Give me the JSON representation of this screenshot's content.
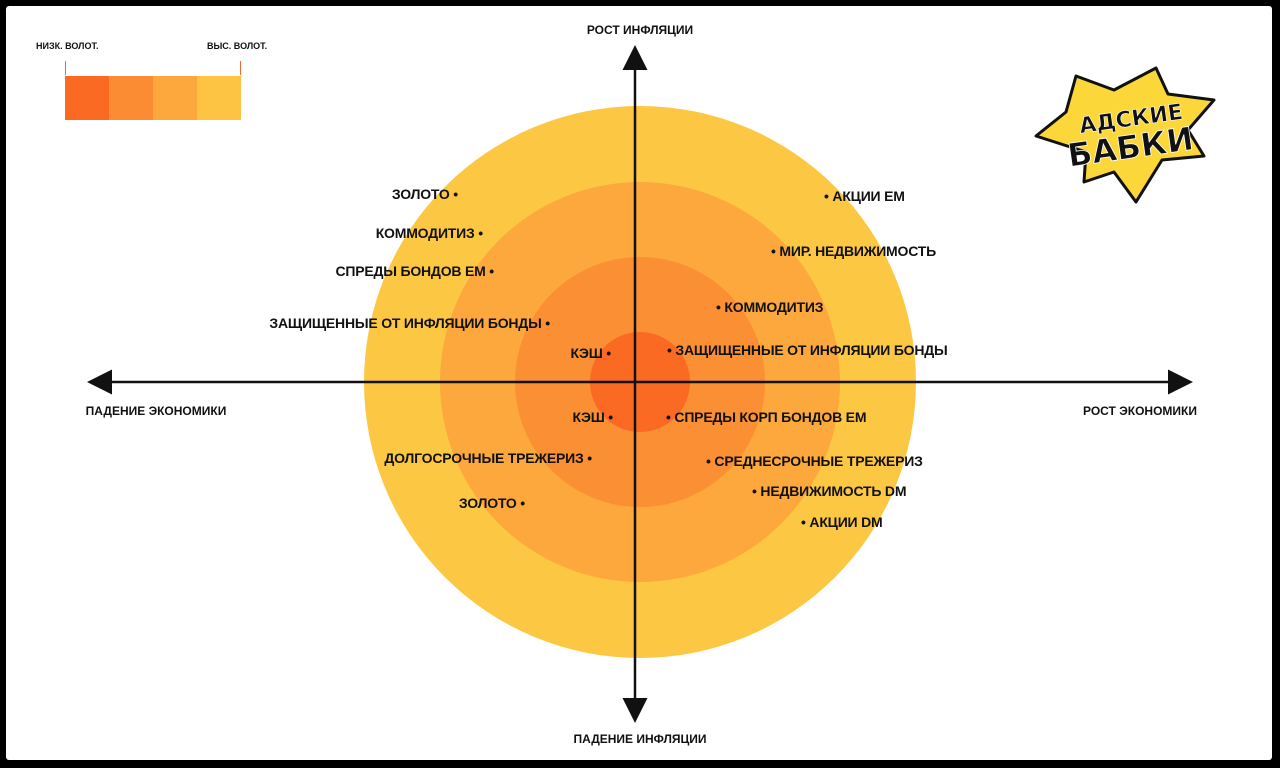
{
  "axes": {
    "top": "РОСТ ИНФЛЯЦИИ",
    "bottom": "ПАДЕНИЕ ИНФЛЯЦИИ",
    "left": "ПАДЕНИЕ ЭКОНОМИКИ",
    "right": "РОСТ ЭКОНОМИКИ"
  },
  "legend": {
    "low": "НИЗК. ВОЛОТ.",
    "high": "ВЫС. ВОЛОТ.",
    "colors": [
      "#fb6a23",
      "#fc8c34",
      "#fda83c",
      "#fdc444"
    ]
  },
  "rings": {
    "colors": [
      "#fcc743",
      "#fca83c",
      "#fb8f33",
      "#fb6a23"
    ]
  },
  "items": {
    "q1": [
      "АКЦИИ ЕМ",
      "МИР. НЕДВИЖИМОСТЬ",
      "КОММОДИТИЗ",
      "ЗАЩИЩЕННЫЕ ОТ ИНФЛЯЦИИ БОНДЫ"
    ],
    "q2": [
      "ЗОЛОТО",
      "КОММОДИТИЗ",
      "СПРЕДЫ БОНДОВ ЕМ",
      "ЗАЩИЩЕННЫЕ ОТ ИНФЛЯЦИИ БОНДЫ",
      "КЭШ"
    ],
    "q3": [
      "КЭШ",
      "ДОЛГОСРОЧНЫЕ ТРЕЖЕРИЗ",
      "ЗОЛОТО"
    ],
    "q4": [
      "СПРЕДЫ КОРП БОНДОВ ЕМ",
      "СРЕДНЕСРОЧНЫЕ ТРЕЖЕРИЗ",
      "НЕДВИЖИМОСТЬ DM",
      "АКЦИИ DM"
    ]
  },
  "logo": {
    "line1": "АДСКИЕ",
    "line2": "БАБКИ",
    "color": "#fcd73a"
  }
}
